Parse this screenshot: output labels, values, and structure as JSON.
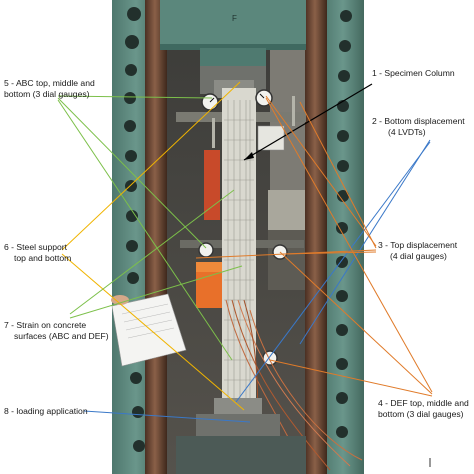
{
  "labels": {
    "l5": "5 - ABC top, middle and",
    "l5b": "bottom (3 dial gauges)",
    "l6": "6 - Steel support",
    "l6b": "top and bottom",
    "l7": "7 - Strain on concrete",
    "l7b": "surfaces (ABC and DEF)",
    "l8": "8 - loading application",
    "l1": "1 - Specimen Column",
    "l2": "2 - Bottom displacement",
    "l2b": "(4 LVDTs)",
    "l3": "3 - Top displacement",
    "l3b": "(4 dial gauges)",
    "l4": "4 - DEF top, middle and",
    "l4b": "bottom (3 dial gauges)"
  },
  "specimen_tag": "F",
  "colors": {
    "frame": "#5f8a80",
    "frame_dark": "#3f6960",
    "column_rod": "#6e4a36",
    "specimen": "#dcdcd2",
    "leader_green": "#7cc04a",
    "leader_yellow": "#f0b400",
    "leader_blue": "#3a78c8",
    "leader_orange": "#e07b2a",
    "leader_black": "#000000"
  }
}
